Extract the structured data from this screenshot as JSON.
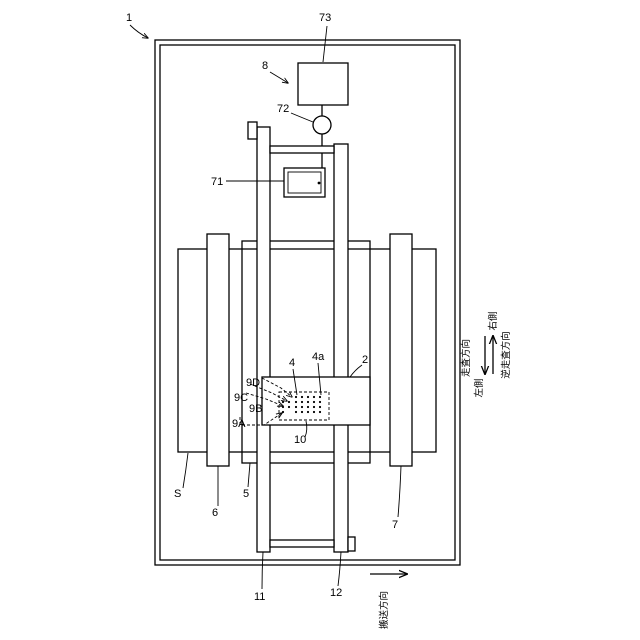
{
  "labels": {
    "system": "1",
    "substrate": "S",
    "stage_head": "2",
    "nozzle_row": "4",
    "nozzle_face": "4a",
    "rail_upper": "5",
    "roller_left": "6",
    "roller_right": "7",
    "supply_unit": "8",
    "sensor_9a": "9A",
    "sensor_9b": "9B",
    "sensor_9c": "9C",
    "sensor_9d": "9D",
    "inspection_area": "10",
    "gantry_left": "11",
    "gantry_right": "12",
    "display_unit": "71",
    "pump": "72",
    "tank": "73"
  },
  "legend": {
    "scan_direction": "走査方向",
    "reverse_scan_direction": "逆走査方向",
    "left_side": "左側",
    "right_side": "右側",
    "transport_direction": "搬送方向"
  }
}
